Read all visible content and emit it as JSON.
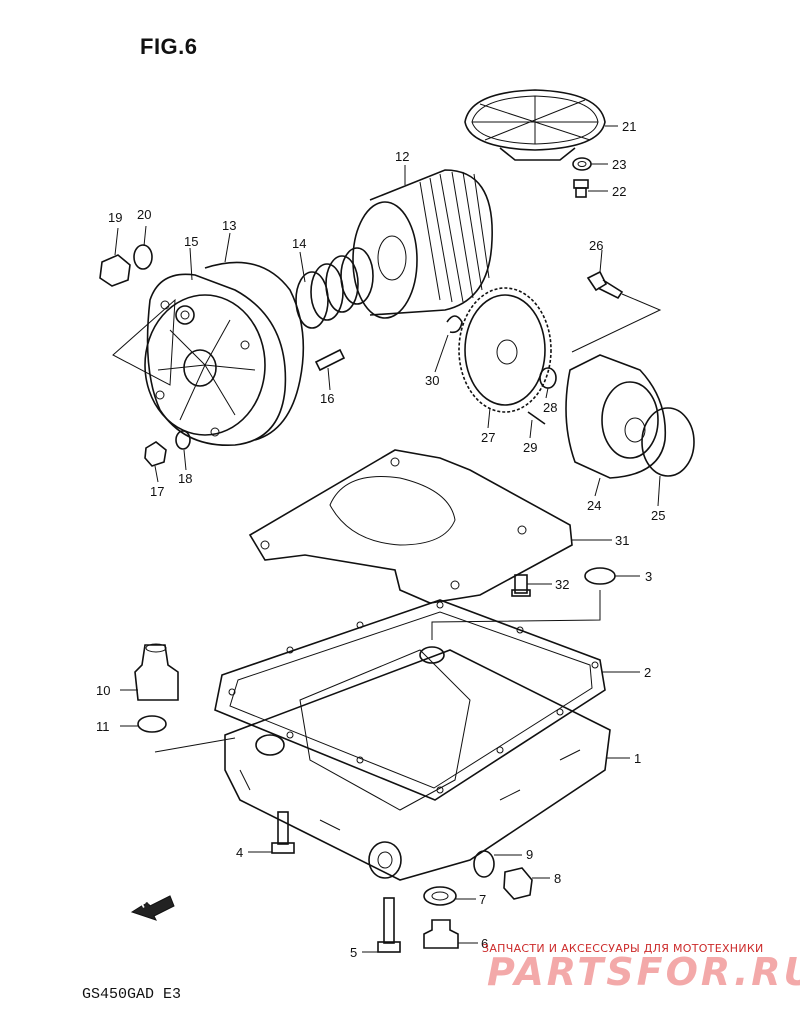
{
  "figure": {
    "title": "FIG.6",
    "model": "GS450GAD E3",
    "fwd_label": "FWD"
  },
  "watermark": {
    "tagline": "ЗАПЧАСТИ И АКСЕССУАРЫ ДЛЯ МОТОТЕХНИКИ",
    "brand": "PARTSFOR.RU",
    "color": "#f3a9a9"
  },
  "callouts": [
    {
      "id": "1",
      "label": "1"
    },
    {
      "id": "2",
      "label": "2"
    },
    {
      "id": "3",
      "label": "3"
    },
    {
      "id": "4",
      "label": "4"
    },
    {
      "id": "5",
      "label": "5"
    },
    {
      "id": "6",
      "label": "6"
    },
    {
      "id": "7",
      "label": "7"
    },
    {
      "id": "8",
      "label": "8"
    },
    {
      "id": "9",
      "label": "9"
    },
    {
      "id": "10",
      "label": "10"
    },
    {
      "id": "11",
      "label": "11"
    },
    {
      "id": "12",
      "label": "12"
    },
    {
      "id": "13",
      "label": "13"
    },
    {
      "id": "14",
      "label": "14"
    },
    {
      "id": "15",
      "label": "15"
    },
    {
      "id": "16",
      "label": "16"
    },
    {
      "id": "17",
      "label": "17"
    },
    {
      "id": "18",
      "label": "18"
    },
    {
      "id": "19",
      "label": "19"
    },
    {
      "id": "20",
      "label": "20"
    },
    {
      "id": "21",
      "label": "21"
    },
    {
      "id": "22",
      "label": "22"
    },
    {
      "id": "23",
      "label": "23"
    },
    {
      "id": "24",
      "label": "24"
    },
    {
      "id": "25",
      "label": "25"
    },
    {
      "id": "26",
      "label": "26"
    },
    {
      "id": "27",
      "label": "27"
    },
    {
      "id": "28",
      "label": "28"
    },
    {
      "id": "29",
      "label": "29"
    },
    {
      "id": "30",
      "label": "30"
    },
    {
      "id": "31",
      "label": "31"
    },
    {
      "id": "32",
      "label": "32"
    }
  ]
}
